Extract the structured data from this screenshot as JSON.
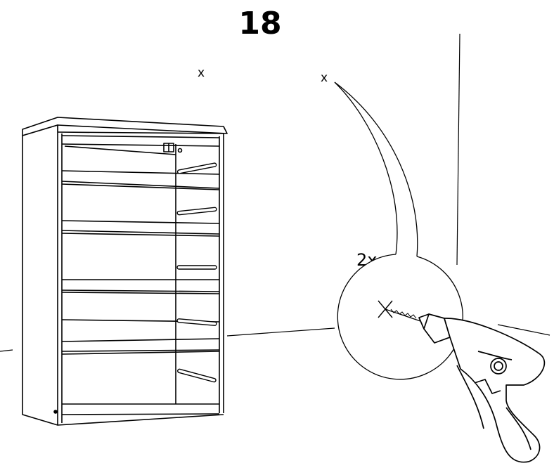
{
  "step": {
    "number": "18"
  },
  "marks": {
    "wall_mark_left": "x",
    "wall_mark_right": "x"
  },
  "detail": {
    "quantity": "2x"
  }
}
